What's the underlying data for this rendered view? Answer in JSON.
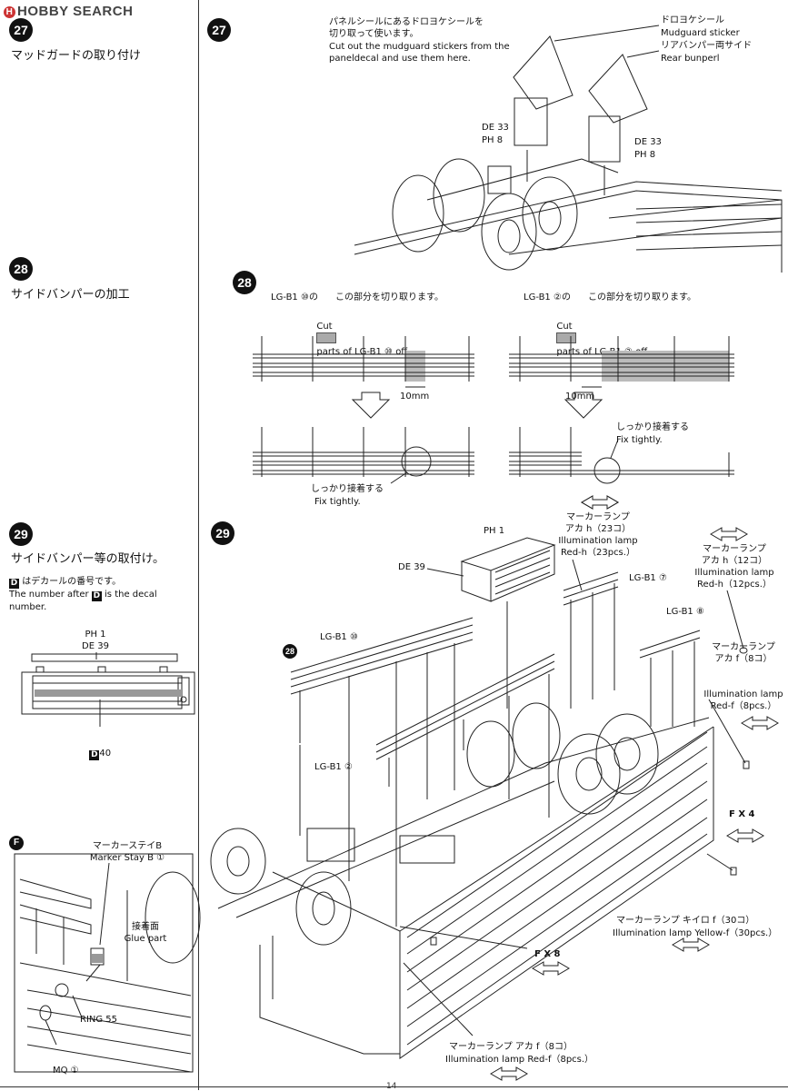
{
  "logo": {
    "text": "HOBBY SEARCH"
  },
  "left": {
    "step27": {
      "num": "27",
      "title": "マッドガードの取り付け"
    },
    "step28": {
      "num": "28",
      "title": "サイドバンパーの加工"
    },
    "step29": {
      "num": "29",
      "title": "サイドバンパー等の取付け。",
      "note_jp": "はデカールの番号です。",
      "note_en_a": "The number after",
      "note_en_b": "is the decal number.",
      "d_letter": "D",
      "decal_ph": "PH 1",
      "decal_de": "DE 39",
      "decal_d40": "40"
    },
    "stepF": {
      "letter": "F",
      "marker_stay_jp": "マーカーステイB",
      "marker_stay_en": "Marker Stay B ①",
      "glue_jp": "接着面",
      "glue_en": "Glue part",
      "ring": "RING 55",
      "mq": "MQ ①"
    }
  },
  "step27": {
    "num": "27",
    "inst_jp": "パネルシールにあるドロヨケシールを\n切り取って使います。",
    "inst_en": "Cut out the mudguard stickers from the\npaneldecal and use them here.",
    "sticker_jp": "ドロヨケシール",
    "sticker_en": "Mudguard sticker",
    "rear_jp": "リアバンパー両サイド",
    "rear_en": "Rear bunperl",
    "de_left": "DE 33",
    "ph_left": "PH 8",
    "de_right": "DE 33",
    "ph_right": "PH 8"
  },
  "step28": {
    "num": "28",
    "left_jp": "LG-B1 ⑩の      この部分を切り取ります。",
    "left_en_a": "Cut",
    "left_en_b": "parts of LG-B1 ⑩ off.",
    "right_jp": "LG-B1 ②の      この部分を切り取ります。",
    "right_en_a": "Cut",
    "right_en_b": "parts of LG-B1 ② off.",
    "dim_left": "10mm",
    "dim_right": "10mm",
    "fix_left_jp": "しっかり接着する",
    "fix_left_en": "Fix tightly.",
    "fix_right_jp": "しっかり接着する",
    "fix_right_en": "Fix tightly."
  },
  "step29": {
    "num": "29",
    "ph1": "PH 1",
    "de39": "DE 39",
    "red_h23_jp": "マーカーランプ\nアカ h（23コ）",
    "red_h23_en": "Illumination lamp\nRed-h（23pcs.）",
    "red_h12_jp": "マーカーランプ\nアカ h（12コ）",
    "red_h12_en": "Illumination lamp\nRed-h（12pcs.）",
    "lgb1_7": "LG-B1 ⑦",
    "lgb1_8": "LG-B1 ⑧",
    "lgb1_10": "LG-B1 ⑩",
    "lgb1_2": "LG-B1 ②",
    "sub28": "28",
    "red_f8a_jp": "マーカーランプ\nアカ f（8コ）",
    "red_f8a_en": "Illumination lamp\nRed-f（8pcs.）",
    "fx4": "F X 4",
    "fx8": "F X 8",
    "yellow_jp": "マーカーランプ キイロ f（30コ）",
    "yellow_en": "Illumination lamp Yellow-f（30pcs.）",
    "red_f8b_jp": "マーカーランプ アカ f（8コ）",
    "red_f8b_en": "Illumination lamp Red-f（8pcs.）"
  },
  "page": {
    "number": "14"
  }
}
